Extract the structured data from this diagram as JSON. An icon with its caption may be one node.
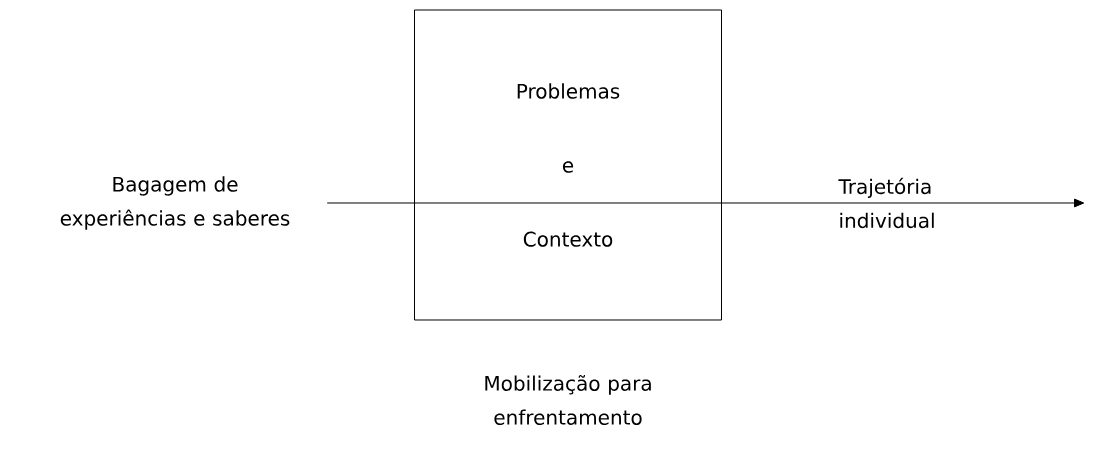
{
  "diagram": {
    "nodes": [
      {
        "text": [
          "Bagagem de experiências e saberes"
        ]
      },
      {
        "text": [
          "Problemas",
          "e",
          "Contexto"
        ]
      }
    ],
    "edges": [
      {
        "from": 0,
        "to": 1,
        "arrow": "none"
      },
      {
        "from": 1,
        "to": null,
        "arrow": "to",
        "label": "Trajetória individual"
      }
    ],
    "labels": [
      "Mobilização para enfrentamento"
    ]
  }
}
